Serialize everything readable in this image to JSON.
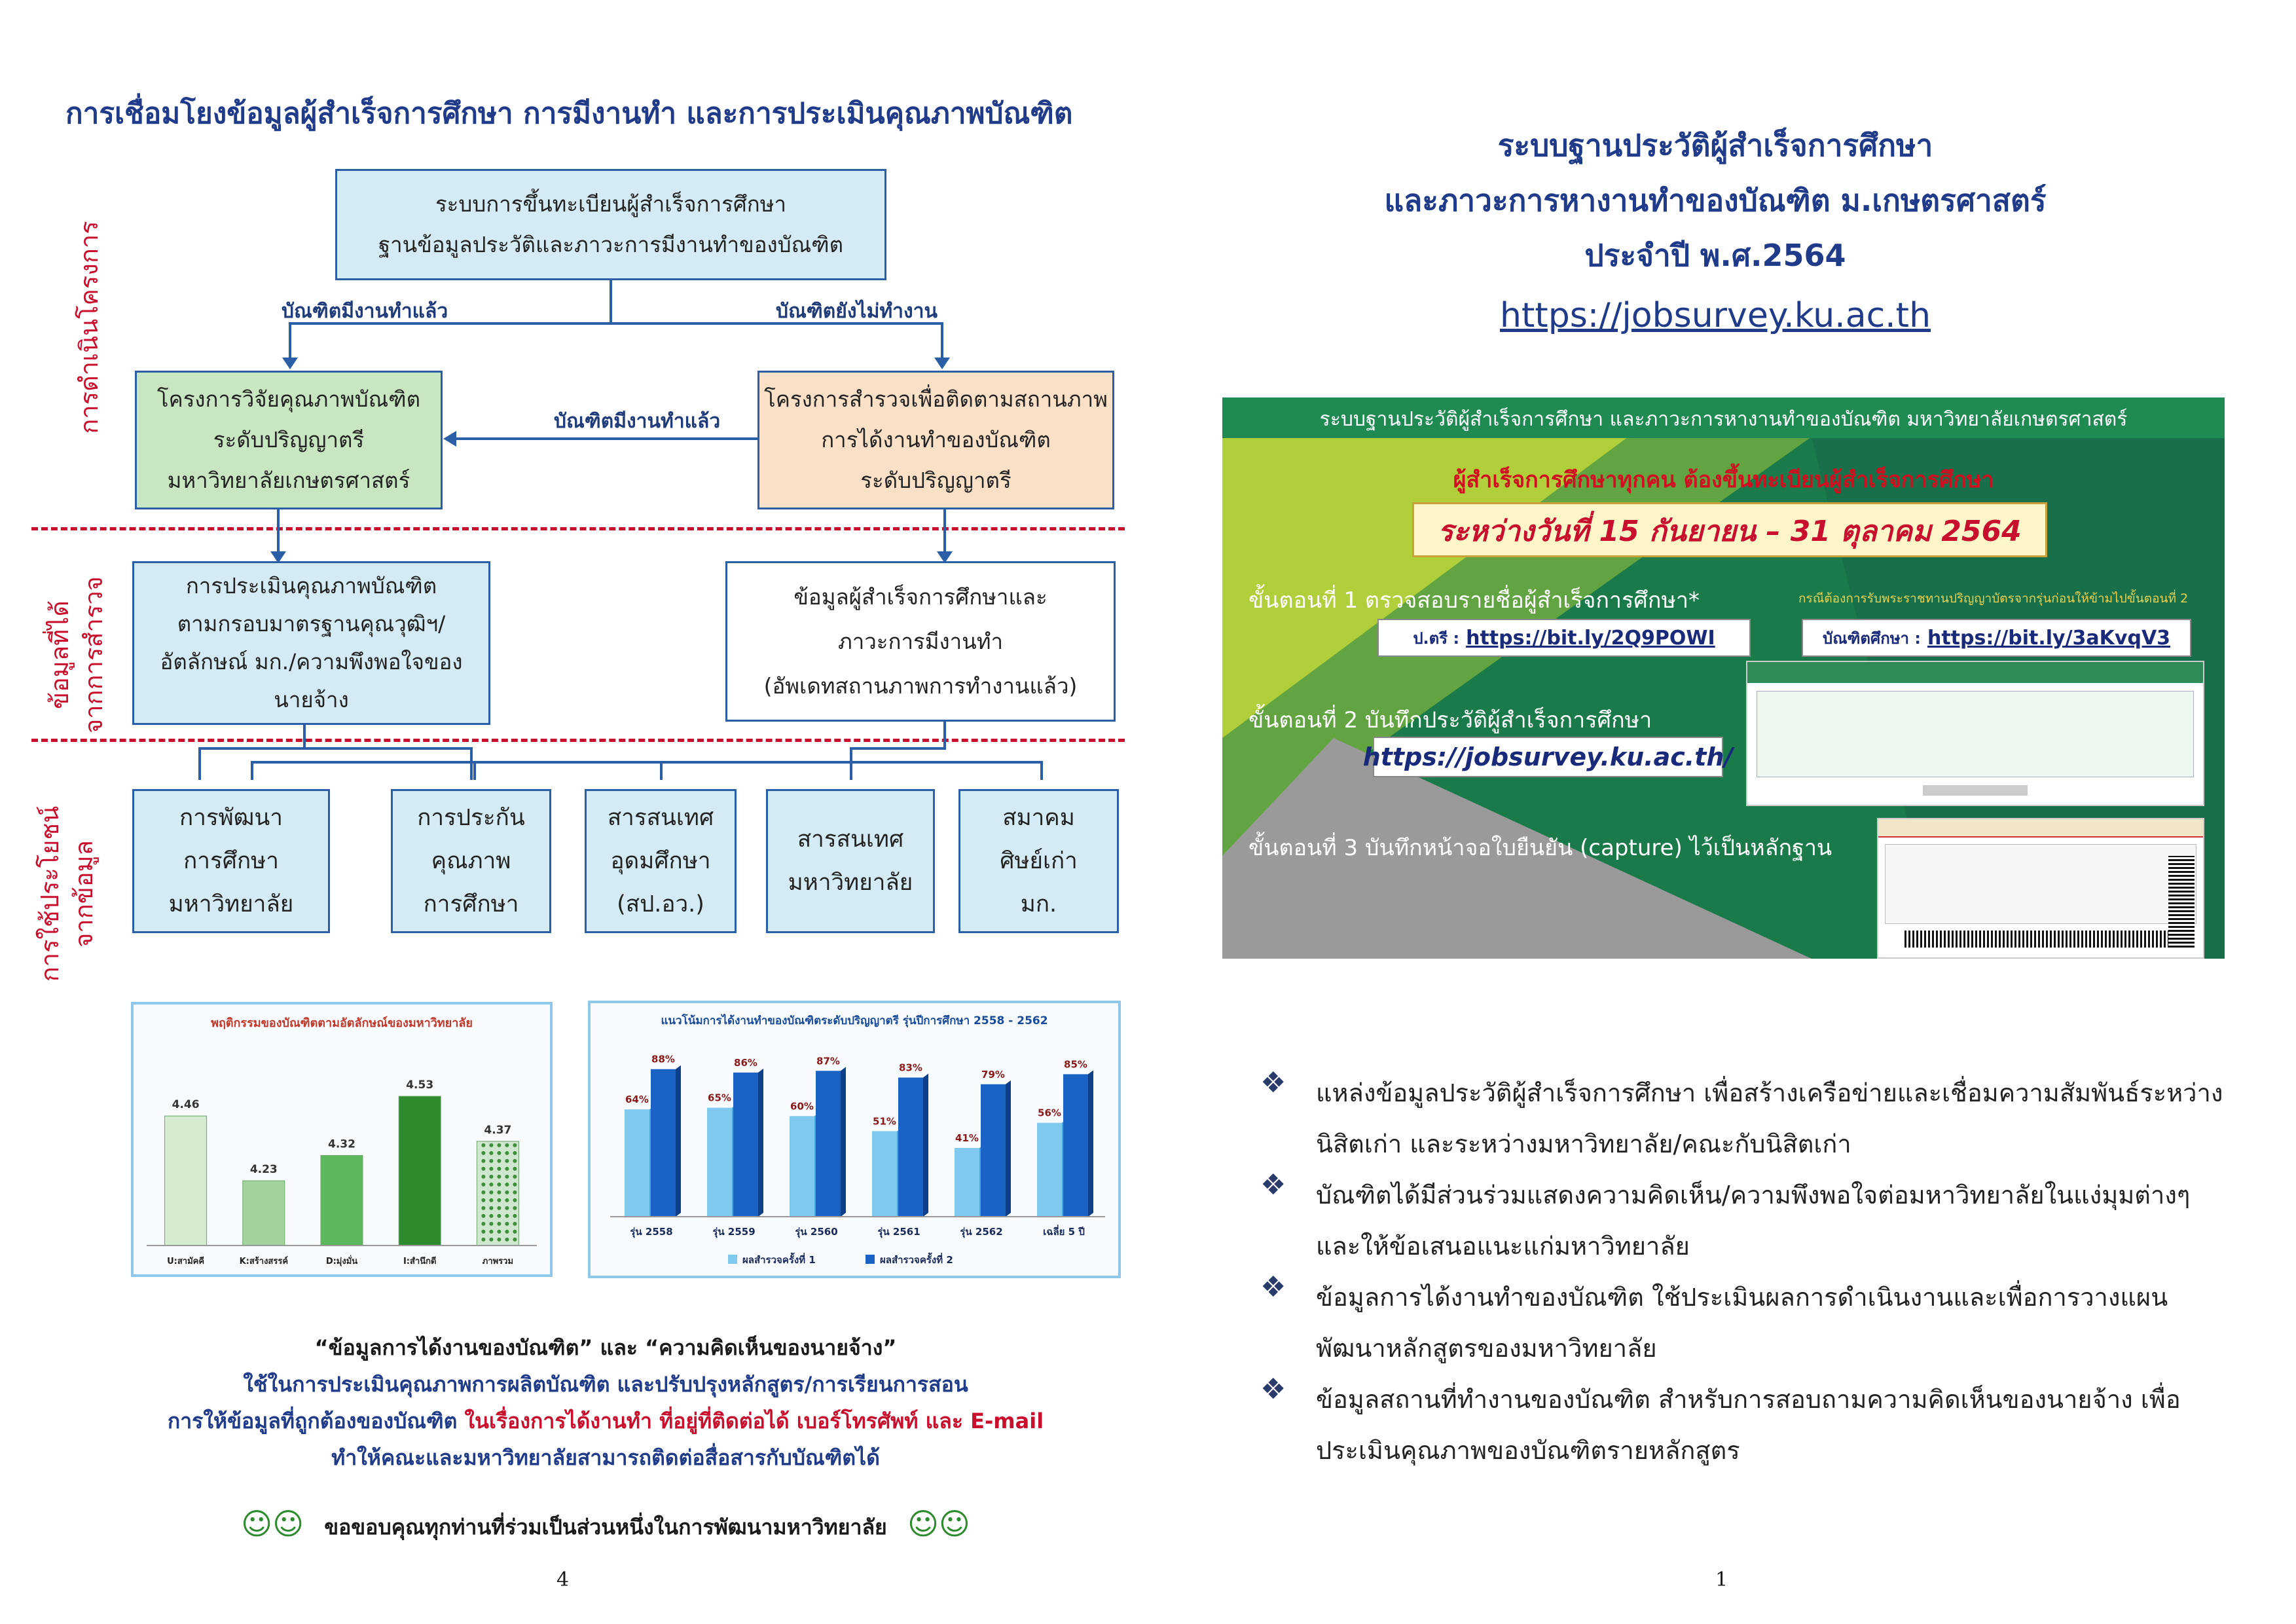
{
  "left": {
    "title": "การเชื่อมโยงข้อมูลผู้สำเร็จการศึกษา การมีงานทำ และการประเมินคุณภาพบัณฑิต",
    "side_labels": [
      "การดำเนินโครงการ",
      "ข้อมูลที่ได้\nจากการสำรวจ",
      "การใช้ประโยชน์\nจากข้อมูล"
    ],
    "top_box": [
      "ระบบการขึ้นทะเบียนผู้สำเร็จการศึกษา",
      "ฐานข้อมูลประวัติและภาวะการมีงานทำของบัณฑิต"
    ],
    "branch_left": "บัณฑิตมีงานทำแล้ว",
    "branch_right": "บัณฑิตยังไม่ทำงาน",
    "mid_arrow_label": "บัณฑิตมีงานทำแล้ว",
    "research_box": [
      "โครงการวิจัยคุณภาพบัณฑิต",
      "ระดับปริญญาตรี",
      "มหาวิทยาลัยเกษตรศาสตร์"
    ],
    "survey_box": [
      "โครงการสำรวจเพื่อติดตามสถานภาพ",
      "การได้งานทำของบัณฑิต",
      "ระดับปริญญาตรี"
    ],
    "assess_box": [
      "การประเมินคุณภาพบัณฑิต",
      "ตามกรอบมาตรฐานคุณวุฒิฯ/",
      "อัตลักษณ์ มก./ความพึงพอใจของ",
      "นายจ้าง"
    ],
    "data_box": [
      "ข้อมูลผู้สำเร็จการศึกษาและ",
      "ภาวะการมีงานทำ",
      "(อัพเดทสถานภาพการทำงานแล้ว)"
    ],
    "use_boxes": [
      [
        "การพัฒนา",
        "การศึกษา",
        "มหาวิทยาลัย"
      ],
      [
        "การประกัน",
        "คุณภาพ",
        "การศึกษา"
      ],
      [
        "สารสนเทศ",
        "อุดมศึกษา",
        "(สป.อว.)"
      ],
      [
        "สารสนเทศ",
        "มหาวิทยาลัย"
      ],
      [
        "สมาคม",
        "ศิษย์เก่า",
        "มก."
      ]
    ],
    "bottom_text": [
      "“ข้อมูลการได้งานของบัณฑิต” และ “ความคิดเห็นของนายจ้าง”",
      "ใช้ในการประเมินคุณภาพการผลิตบัณฑิต และปรับปรุงหลักสูตร/การเรียนการสอน",
      "ทำให้คณะและมหาวิทยาลัยสามารถติดต่อสื่อสารกับบัณฑิตได้"
    ],
    "bottom_mixed": {
      "blue_part": "การให้ข้อมูลที่ถูกต้องของบัณฑิต",
      "red_part": " ในเรื่องการได้งานทำ ที่อยู่ที่ติดต่อได้ เบอร์โทรศัพท์ และ E-mail"
    },
    "thanks": "ขอขอบคุณทุกท่านที่ร่วมเป็นส่วนหนึ่งในการพัฒนามหาวิทยาลัย",
    "smiley": "☺☺",
    "page_number": "4"
  },
  "chart_data": [
    {
      "type": "bar",
      "title": "พฤติกรรมของบัณฑิตตามอัตลักษณ์ของมหาวิทยาลัย",
      "categories": [
        "U:สามัคคี",
        "K:สร้างสรรค์",
        "D:มุ่งมั่น",
        "I:สำนึกดี",
        "ภาพรวม"
      ],
      "values": [
        4.46,
        4.23,
        4.32,
        4.53,
        4.37
      ],
      "colors": [
        "#d6ecd0",
        "#a3d39c",
        "#5cb85c",
        "#2e8b2e",
        "#9ccf9c"
      ],
      "ylim": [
        4.0,
        4.6
      ]
    },
    {
      "type": "bar",
      "title": "แนวโน้มการได้งานทำของบัณฑิตระดับปริญญาตรี รุ่นปีการศึกษา 2558 - 2562",
      "categories": [
        "รุ่น 2558",
        "รุ่น 2559",
        "รุ่น 2560",
        "รุ่น 2561",
        "รุ่น 2562",
        "เฉลี่ย 5 ปี"
      ],
      "series": [
        {
          "name": "ผลสำรวจครั้งที่ 1",
          "values": [
            64,
            65,
            60,
            51,
            41,
            56
          ],
          "color": "#7fc9ee"
        },
        {
          "name": "ผลสำรวจครั้งที่ 2",
          "values": [
            88,
            86,
            87,
            83,
            79,
            85
          ],
          "color": "#1a63c4"
        }
      ],
      "value_suffix": "%",
      "ylim": [
        0,
        100
      ]
    }
  ],
  "right": {
    "title_lines": [
      "ระบบฐานประวัติผู้สำเร็จการศึกษา",
      "และภาวะการหางานทำของบัณฑิต ม.เกษตรศาสตร์",
      "ประจำปี พ.ศ.2564"
    ],
    "url": "https://jobsurvey.ku.ac.th",
    "banner": {
      "header": "ระบบฐานประวัติผู้สำเร็จการศึกษา และภาวะการหางานทำของบัณฑิต มหาวิทยาลัยเกษตรศาสตร์",
      "notice": "ผู้สำเร็จการศึกษาทุกคน ต้องขึ้นทะเบียนผู้สำเร็จการศึกษา",
      "period": "ระหว่างวันที่ 15 กันยายน – 31 ตุลาคม 2564",
      "step1": "ขั้นตอนที่ 1 ตรวจสอบรายชื่อผู้สำเร็จการศึกษา*",
      "step1_note": "กรณีต้องการรับพระราชทานปริญญาบัตรจากรุ่นก่อนให้ข้ามไปขั้นตอนที่ 2",
      "link_bachelor_label": "ป.ตรี :",
      "link_bachelor": "https://bit.ly/2Q9POWI",
      "link_grad_label": "บัณฑิตศึกษา :",
      "link_grad": "https://bit.ly/3aKvqV3",
      "step2": "ขั้นตอนที่ 2 บันทึกประวัติผู้สำเร็จการศึกษา",
      "step2_url": "https://jobsurvey.ku.ac.th/",
      "step3": "ขั้นตอนที่ 3 บันทึกหน้าจอใบยืนยัน (capture) ไว้เป็นหลักฐาน"
    },
    "bullets": [
      [
        "แหล่งข้อมูลประวัติผู้สำเร็จการศึกษา เพื่อสร้างเครือข่ายและเชื่อมความสัมพันธ์ระหว่าง",
        "นิสิตเก่า และระหว่างมหาวิทยาลัย/คณะกับนิสิตเก่า"
      ],
      [
        "บัณฑิตได้มีส่วนร่วมแสดงความคิดเห็น/ความพึงพอใจต่อมหาวิทยาลัยในแง่มุมต่างๆ",
        "และให้ข้อเสนอแนะแก่มหาวิทยาลัย"
      ],
      [
        "ข้อมูลการได้งานทำของบัณฑิต ใช้ประเมินผลการดำเนินงานและเพื่อการวางแผน",
        "พัฒนาหลักสูตรของมหาวิทยาลัย"
      ],
      [
        "ข้อมูลสถานที่ทำงานของบัณฑิต สำหรับการสอบถามความคิดเห็นของนายจ้าง เพื่อ",
        "ประเมินคุณภาพของบัณฑิตรายหลักสูตร"
      ]
    ],
    "bullet_symbol": "❖",
    "page_number": "1"
  }
}
